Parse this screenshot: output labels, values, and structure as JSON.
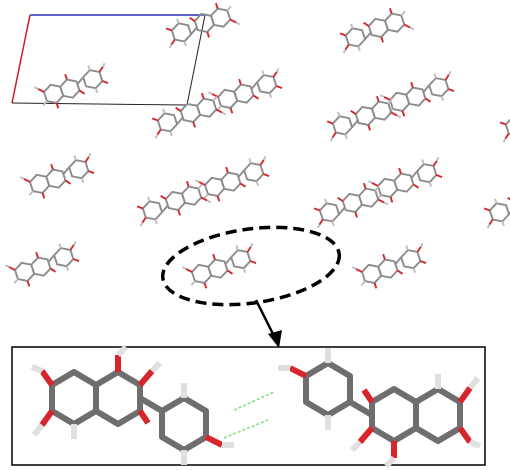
{
  "figure": {
    "colors": {
      "cell_a": "#c8202a",
      "cell_b": "#2a2fb5",
      "cell_edge": "#222222",
      "carbon": "#8c8c8c",
      "carbon_dark": "#555555",
      "oxygen": "#d6262b",
      "hydrogen": "#e6e6e6",
      "hbond": "#7be07b",
      "ink": "#000000"
    },
    "panels": [
      "crystal-packing",
      "dimer-detail"
    ],
    "icons": [
      "dashed-ellipse",
      "arrow-down",
      "hydrogen-bond"
    ]
  }
}
